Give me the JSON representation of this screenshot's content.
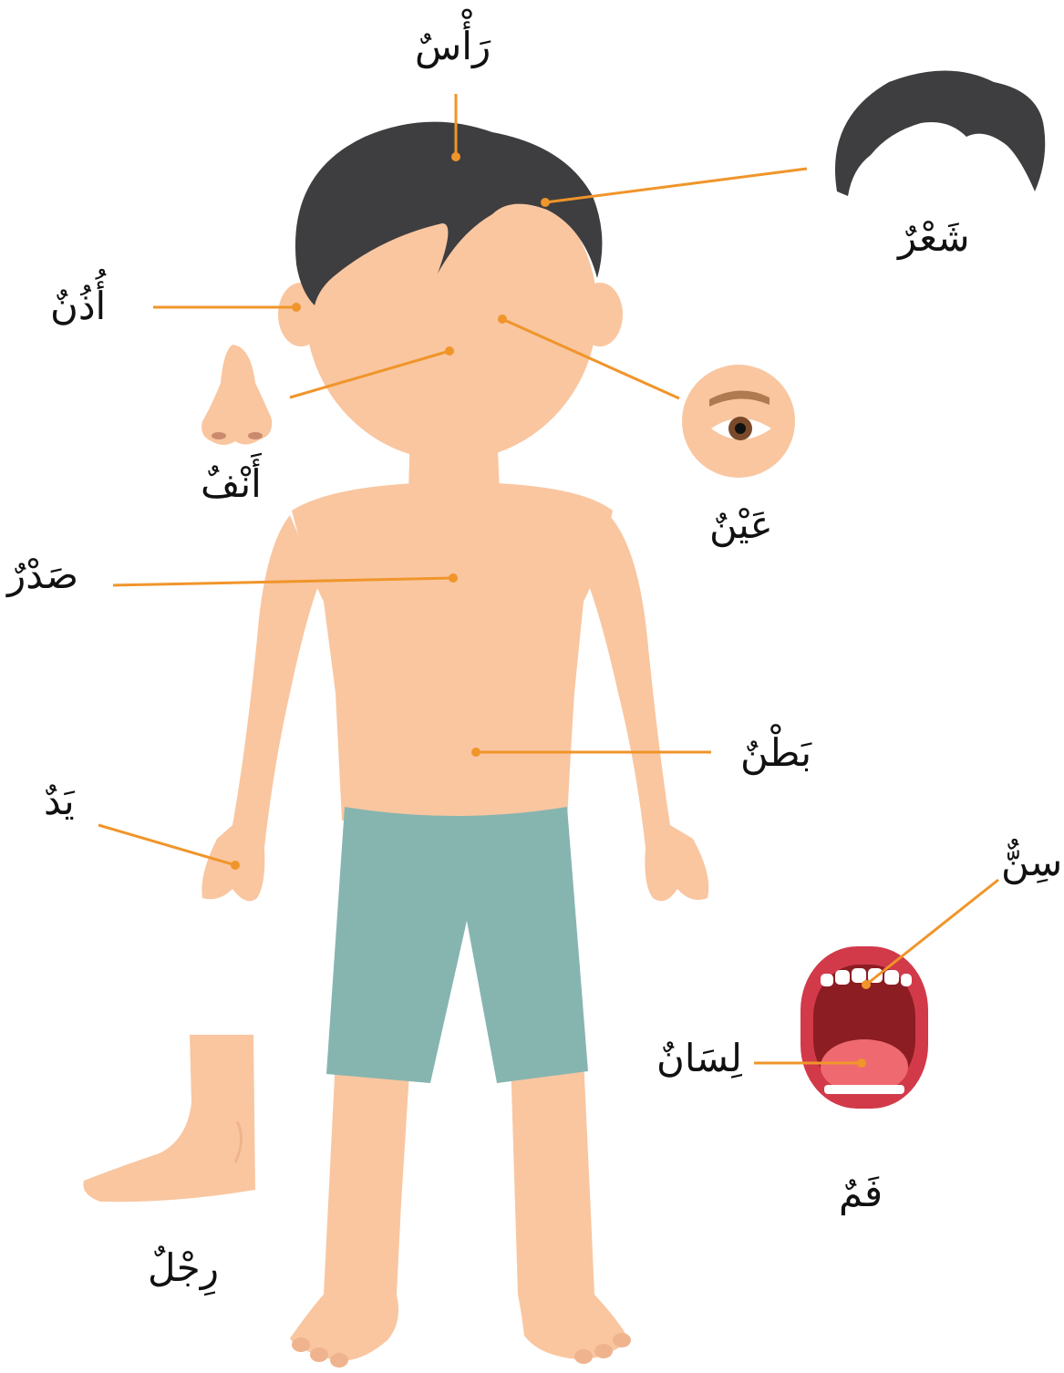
{
  "labels": {
    "head": "رَأْسٌ",
    "hair": "شَعْرٌ",
    "ear": "أُذُنٌ",
    "nose": "أَنْفٌ",
    "eye": "عَيْنٌ",
    "chest": "صَدْرٌ",
    "belly": "بَطْنٌ",
    "hand": "يَدٌ",
    "tooth": "سِنٌّ",
    "tongue": "لِسَانٌ",
    "mouth": "فَمٌ",
    "leg": "رِجْلٌ"
  },
  "colors": {
    "skin": "#f9c6a0",
    "skin_shade": "#efb48e",
    "hair": "#3e3e40",
    "shorts": "#86b5b0",
    "leader": "#f0952a",
    "lip": "#d23a4a",
    "mouth_inner": "#8c1d22",
    "tongue": "#ee6a70"
  }
}
